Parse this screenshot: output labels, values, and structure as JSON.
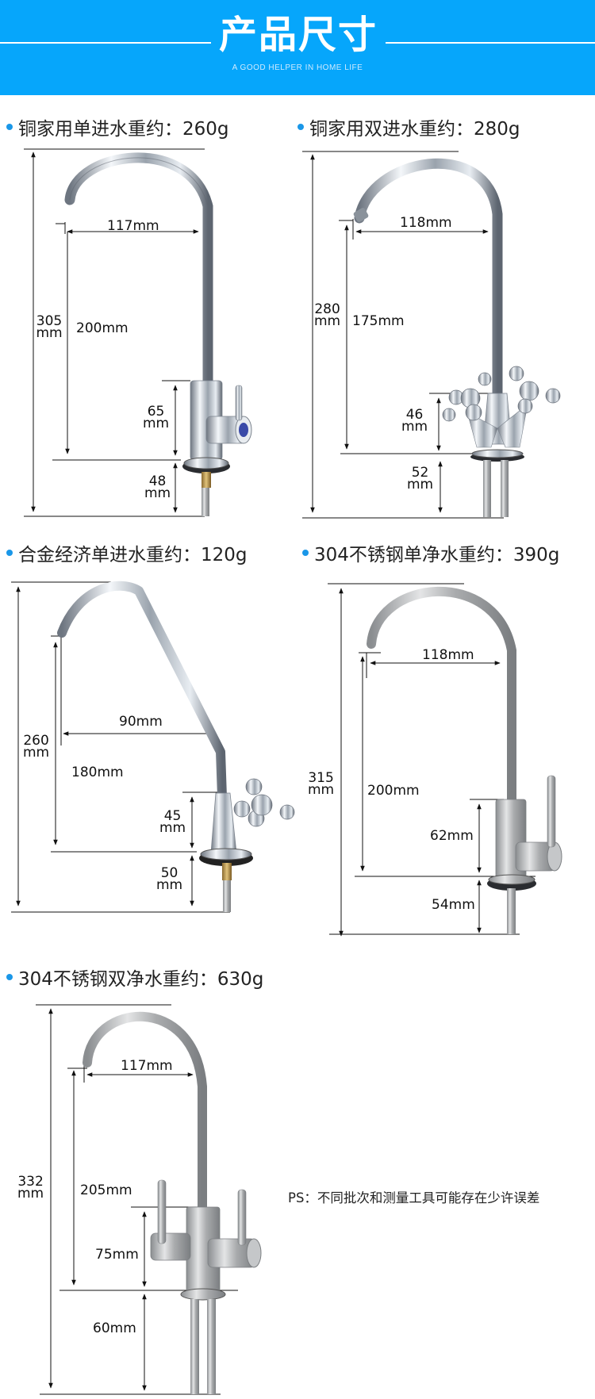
{
  "header": {
    "title": "产品尺寸",
    "subtitle": "A GOOD HELPER IN HOME LIFE",
    "background_color": "#06a6fb"
  },
  "accent_color": "#1a97e8",
  "products": [
    {
      "title": "铜家用单进水重约：260g",
      "material": "chrome-brass",
      "dims": {
        "total_height": [
          "305",
          "mm"
        ],
        "spout_height": "200mm",
        "reach": "117mm",
        "body_height": [
          "65",
          "mm"
        ],
        "shank_length": [
          "48",
          "mm"
        ]
      }
    },
    {
      "title": "铜家用双进水重约：280g",
      "material": "chrome-brass",
      "dims": {
        "total_height": [
          "280",
          "mm"
        ],
        "spout_height": "175mm",
        "reach": "118mm",
        "body_height": [
          "46",
          "mm"
        ],
        "shank_length": [
          "52",
          "mm"
        ]
      }
    },
    {
      "title": "合金经济单进水重约：120g",
      "material": "chrome-alloy",
      "dims": {
        "total_height": [
          "260",
          "mm"
        ],
        "spout_height": "180mm",
        "reach": "90mm",
        "body_height": [
          "45",
          "mm"
        ],
        "shank_length": [
          "50",
          "mm"
        ]
      }
    },
    {
      "title": "304不锈钢单净水重约：390g",
      "material": "stainless-steel",
      "dims": {
        "total_height": [
          "315",
          "mm"
        ],
        "spout_height": "200mm",
        "reach": "118mm",
        "body_height": "62mm",
        "shank_length": "54mm"
      }
    },
    {
      "title": "304不锈钢双净水重约：630g",
      "material": "stainless-steel",
      "dims": {
        "total_height": [
          "332",
          "mm"
        ],
        "spout_height": "205mm",
        "reach": "117mm",
        "body_height": "75mm",
        "shank_length": "60mm"
      }
    }
  ],
  "note": "PS：不同批次和测量工具可能存在少许误差"
}
